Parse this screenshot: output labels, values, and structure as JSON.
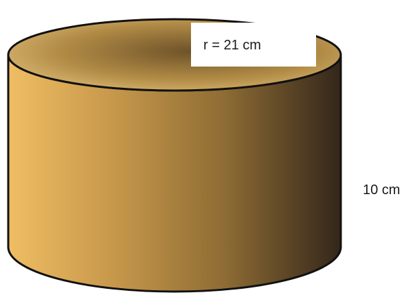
{
  "diagram": {
    "shape": "cylinder",
    "radius_label": "r = 21 cm",
    "height_label": "10 cm",
    "colors": {
      "body_light": "#e6b35c",
      "body_mid": "#a6803d",
      "body_dark": "#3b2c18",
      "inner_light": "#e2c07a",
      "inner_dark": "#6b5026",
      "outline": "#111111",
      "label_box": "#ffffff"
    }
  }
}
